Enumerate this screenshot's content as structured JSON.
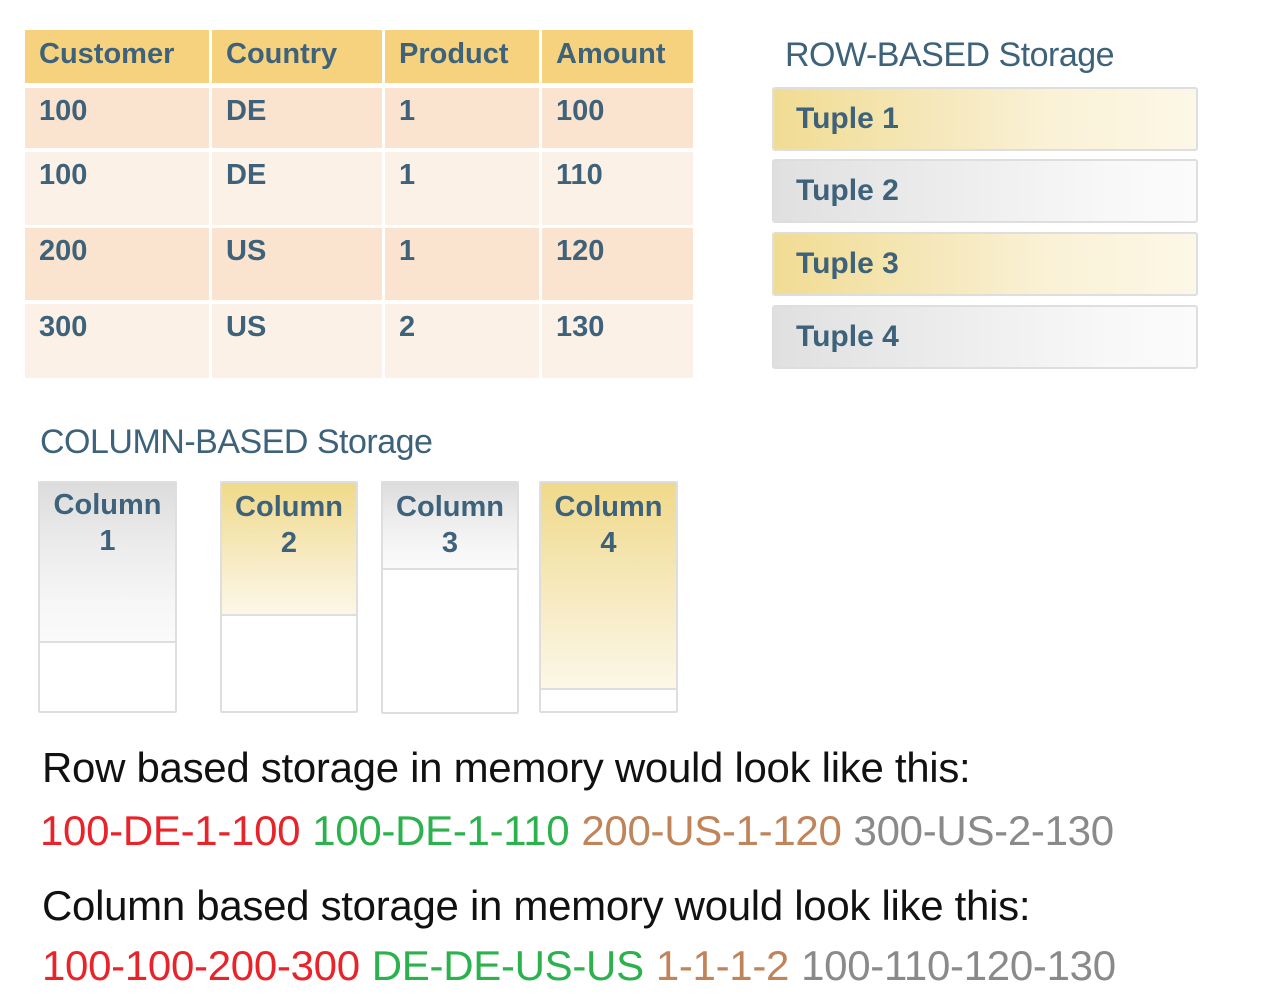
{
  "table": {
    "headers": [
      "Customer",
      "Country",
      "Product",
      "Amount"
    ],
    "rows": [
      [
        "100",
        "DE",
        "1",
        "100"
      ],
      [
        "100",
        "DE",
        "1",
        "110"
      ],
      [
        "200",
        "US",
        "1",
        "120"
      ],
      [
        "300",
        "US",
        "2",
        "130"
      ]
    ],
    "colors": {
      "header_bg": "#f7d27e",
      "row_a_bg": "#fae3cf",
      "row_b_bg": "#fcf1e7",
      "text": "#3d627a"
    }
  },
  "row_storage": {
    "title": "ROW-BASED Storage",
    "tuples": [
      {
        "label": "Tuple 1",
        "style": "gold"
      },
      {
        "label": "Tuple 2",
        "style": "gray"
      },
      {
        "label": "Tuple 3",
        "style": "gold"
      },
      {
        "label": "Tuple 4",
        "style": "gray"
      }
    ]
  },
  "column_storage": {
    "title": "COLUMN-BASED Storage",
    "columns": [
      {
        "label_line1": "Column",
        "label_line2": "1",
        "style": "gray"
      },
      {
        "label_line1": "Column",
        "label_line2": "2",
        "style": "gold"
      },
      {
        "label_line1": "Column",
        "label_line2": "3",
        "style": "gray"
      },
      {
        "label_line1": "Column",
        "label_line2": "4",
        "style": "gold"
      }
    ]
  },
  "memory": {
    "row_title": "Row based storage in memory would look like this:",
    "row_segments": [
      {
        "text": "100-DE-1-100",
        "color": "#e8232a"
      },
      {
        "text": "100-DE-1-110",
        "color": "#2bb24c"
      },
      {
        "text": "200-US-1-120",
        "color": "#c0845a"
      },
      {
        "text": "300-US-2-130",
        "color": "#8a8a8a"
      }
    ],
    "column_title": "Column based storage in memory would look like this:",
    "column_segments": [
      {
        "text": "100-100-200-300",
        "color": "#e8232a"
      },
      {
        "text": "DE-DE-US-US",
        "color": "#2bb24c"
      },
      {
        "text": "1-1-1-2",
        "color": "#c0845a"
      },
      {
        "text": "100-110-120-130",
        "color": "#8a8a8a"
      }
    ]
  }
}
